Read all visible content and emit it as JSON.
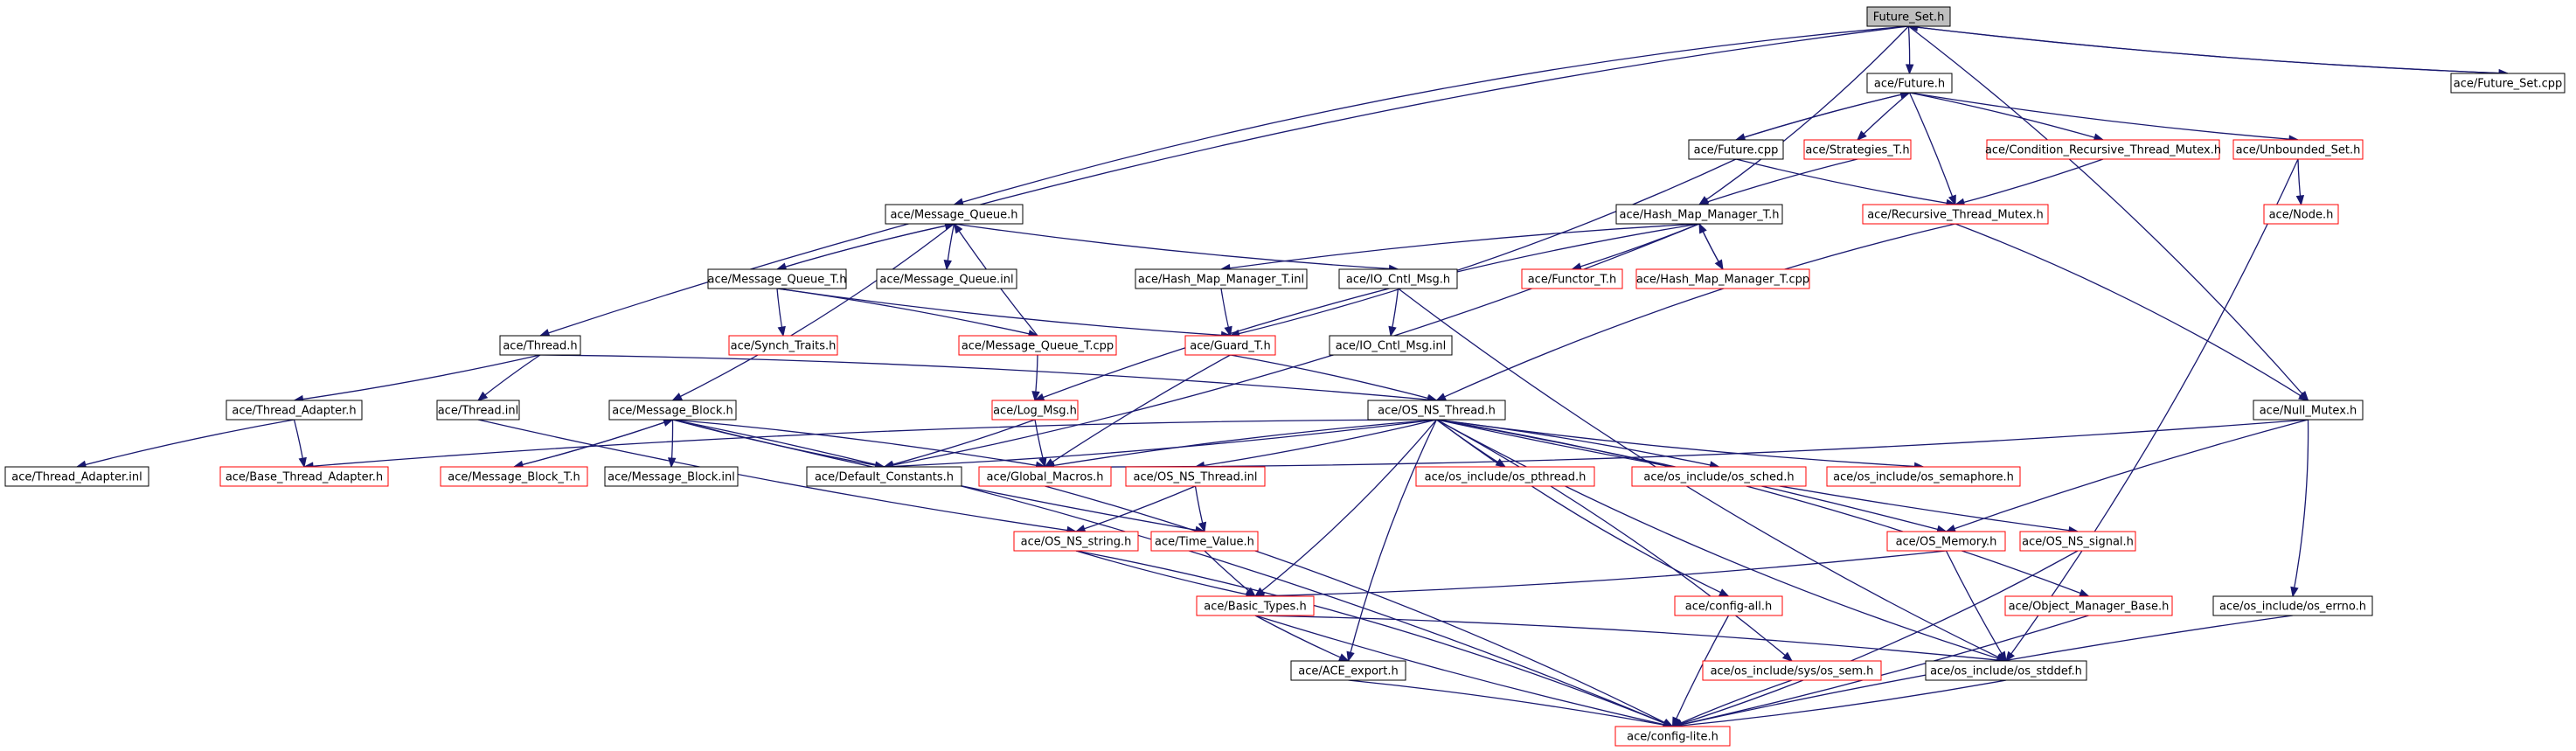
{
  "colors": {
    "edge": "#191970",
    "border_normal": "#000000",
    "border_missing": "#ff0000",
    "root_fill": "#bfbfbf",
    "fill": "#ffffff"
  },
  "nodes": [
    {
      "id": "future_set_h",
      "label": "Future_Set.h",
      "kind": "root"
    },
    {
      "id": "future_h",
      "label": "ace/Future.h",
      "kind": "normal"
    },
    {
      "id": "future_set_cpp",
      "label": "ace/Future_Set.cpp",
      "kind": "normal"
    },
    {
      "id": "future_cpp",
      "label": "ace/Future.cpp",
      "kind": "normal"
    },
    {
      "id": "strategies_t_h",
      "label": "ace/Strategies_T.h",
      "kind": "missing"
    },
    {
      "id": "cond_rec_thread_mutex_h",
      "label": "ace/Condition_Recursive_Thread_Mutex.h",
      "kind": "missing"
    },
    {
      "id": "unbounded_set_h",
      "label": "ace/Unbounded_Set.h",
      "kind": "missing"
    },
    {
      "id": "message_queue_h",
      "label": "ace/Message_Queue.h",
      "kind": "normal"
    },
    {
      "id": "hash_map_manager_t_h",
      "label": "ace/Hash_Map_Manager_T.h",
      "kind": "normal"
    },
    {
      "id": "recursive_thread_mutex_h",
      "label": "ace/Recursive_Thread_Mutex.h",
      "kind": "missing"
    },
    {
      "id": "node_h",
      "label": "ace/Node.h",
      "kind": "missing"
    },
    {
      "id": "message_queue_t_h",
      "label": "ace/Message_Queue_T.h",
      "kind": "normal"
    },
    {
      "id": "message_queue_inl",
      "label": "ace/Message_Queue.inl",
      "kind": "normal"
    },
    {
      "id": "hash_map_manager_t_inl",
      "label": "ace/Hash_Map_Manager_T.inl",
      "kind": "normal"
    },
    {
      "id": "io_cntl_msg_h",
      "label": "ace/IO_Cntl_Msg.h",
      "kind": "normal"
    },
    {
      "id": "functor_t_h",
      "label": "ace/Functor_T.h",
      "kind": "missing"
    },
    {
      "id": "hash_map_manager_t_cpp",
      "label": "ace/Hash_Map_Manager_T.cpp",
      "kind": "missing"
    },
    {
      "id": "thread_h",
      "label": "ace/Thread.h",
      "kind": "normal"
    },
    {
      "id": "synch_traits_h",
      "label": "ace/Synch_Traits.h",
      "kind": "missing"
    },
    {
      "id": "message_queue_t_cpp",
      "label": "ace/Message_Queue_T.cpp",
      "kind": "missing"
    },
    {
      "id": "guard_t_h",
      "label": "ace/Guard_T.h",
      "kind": "missing"
    },
    {
      "id": "io_cntl_msg_inl",
      "label": "ace/IO_Cntl_Msg.inl",
      "kind": "normal"
    },
    {
      "id": "thread_adapter_h",
      "label": "ace/Thread_Adapter.h",
      "kind": "normal"
    },
    {
      "id": "thread_inl",
      "label": "ace/Thread.inl",
      "kind": "normal"
    },
    {
      "id": "message_block_h",
      "label": "ace/Message_Block.h",
      "kind": "normal"
    },
    {
      "id": "log_msg_h",
      "label": "ace/Log_Msg.h",
      "kind": "missing"
    },
    {
      "id": "os_ns_thread_h",
      "label": "ace/OS_NS_Thread.h",
      "kind": "normal"
    },
    {
      "id": "null_mutex_h",
      "label": "ace/Null_Mutex.h",
      "kind": "normal"
    },
    {
      "id": "thread_adapter_inl",
      "label": "ace/Thread_Adapter.inl",
      "kind": "normal"
    },
    {
      "id": "base_thread_adapter_h",
      "label": "ace/Base_Thread_Adapter.h",
      "kind": "missing"
    },
    {
      "id": "message_block_t_h",
      "label": "ace/Message_Block_T.h",
      "kind": "missing"
    },
    {
      "id": "message_block_inl",
      "label": "ace/Message_Block.inl",
      "kind": "normal"
    },
    {
      "id": "default_constants_h",
      "label": "ace/Default_Constants.h",
      "kind": "normal"
    },
    {
      "id": "global_macros_h",
      "label": "ace/Global_Macros.h",
      "kind": "missing"
    },
    {
      "id": "os_ns_thread_inl",
      "label": "ace/OS_NS_Thread.inl",
      "kind": "missing"
    },
    {
      "id": "os_pthread_h",
      "label": "ace/os_include/os_pthread.h",
      "kind": "missing"
    },
    {
      "id": "os_sched_h",
      "label": "ace/os_include/os_sched.h",
      "kind": "missing"
    },
    {
      "id": "os_semaphore_h",
      "label": "ace/os_include/os_semaphore.h",
      "kind": "missing"
    },
    {
      "id": "os_ns_string_h",
      "label": "ace/OS_NS_string.h",
      "kind": "missing"
    },
    {
      "id": "time_value_h",
      "label": "ace/Time_Value.h",
      "kind": "missing"
    },
    {
      "id": "os_memory_h",
      "label": "ace/OS_Memory.h",
      "kind": "missing"
    },
    {
      "id": "os_ns_signal_h",
      "label": "ace/OS_NS_signal.h",
      "kind": "missing"
    },
    {
      "id": "basic_types_h",
      "label": "ace/Basic_Types.h",
      "kind": "missing"
    },
    {
      "id": "config_all_h",
      "label": "ace/config-all.h",
      "kind": "missing"
    },
    {
      "id": "object_manager_base_h",
      "label": "ace/Object_Manager_Base.h",
      "kind": "missing"
    },
    {
      "id": "os_errno_h",
      "label": "ace/os_include/os_errno.h",
      "kind": "normal"
    },
    {
      "id": "ace_export_h",
      "label": "ace/ACE_export.h",
      "kind": "normal"
    },
    {
      "id": "os_sys_sem_h",
      "label": "ace/os_include/sys/os_sem.h",
      "kind": "missing"
    },
    {
      "id": "os_stddef_h",
      "label": "ace/os_include/os_stddef.h",
      "kind": "normal"
    },
    {
      "id": "config_lite_h",
      "label": "ace/config-lite.h",
      "kind": "missing"
    }
  ],
  "edges": [
    [
      "future_set_h",
      "future_h"
    ],
    [
      "future_set_h",
      "future_set_cpp"
    ],
    [
      "future_set_cpp",
      "future_set_h"
    ],
    [
      "future_set_h",
      "message_queue_h"
    ],
    [
      "future_set_h",
      "hash_map_manager_t_h"
    ],
    [
      "future_set_h",
      "thread_h"
    ],
    [
      "future_set_h",
      "null_mutex_h"
    ],
    [
      "future_h",
      "future_cpp"
    ],
    [
      "future_cpp",
      "future_h"
    ],
    [
      "future_h",
      "strategies_t_h"
    ],
    [
      "future_h",
      "cond_rec_thread_mutex_h"
    ],
    [
      "future_h",
      "unbounded_set_h"
    ],
    [
      "future_h",
      "recursive_thread_mutex_h"
    ],
    [
      "future_cpp",
      "recursive_thread_mutex_h"
    ],
    [
      "future_cpp",
      "guard_t_h"
    ],
    [
      "strategies_t_h",
      "hash_map_manager_t_h"
    ],
    [
      "cond_rec_thread_mutex_h",
      "recursive_thread_mutex_h"
    ],
    [
      "unbounded_set_h",
      "node_h"
    ],
    [
      "unbounded_set_h",
      "os_stddef_h"
    ],
    [
      "recursive_thread_mutex_h",
      "os_ns_thread_h"
    ],
    [
      "recursive_thread_mutex_h",
      "null_mutex_h"
    ],
    [
      "message_queue_h",
      "message_queue_t_h"
    ],
    [
      "message_queue_t_h",
      "message_queue_h"
    ],
    [
      "message_queue_h",
      "message_queue_inl"
    ],
    [
      "message_queue_h",
      "message_block_h"
    ],
    [
      "message_queue_h",
      "io_cntl_msg_h"
    ],
    [
      "message_queue_t_cpp",
      "message_queue_h"
    ],
    [
      "message_queue_t_h",
      "synch_traits_h"
    ],
    [
      "message_queue_t_h",
      "message_queue_t_cpp"
    ],
    [
      "message_queue_t_h",
      "guard_t_h"
    ],
    [
      "message_queue_t_cpp",
      "log_msg_h"
    ],
    [
      "hash_map_manager_t_h",
      "hash_map_manager_t_inl"
    ],
    [
      "hash_map_manager_t_h",
      "functor_t_h"
    ],
    [
      "hash_map_manager_t_h",
      "hash_map_manager_t_cpp"
    ],
    [
      "hash_map_manager_t_cpp",
      "hash_map_manager_t_h"
    ],
    [
      "hash_map_manager_t_h",
      "log_msg_h"
    ],
    [
      "hash_map_manager_t_h",
      "default_constants_h"
    ],
    [
      "hash_map_manager_t_inl",
      "guard_t_h"
    ],
    [
      "io_cntl_msg_h",
      "io_cntl_msg_inl"
    ],
    [
      "io_cntl_msg_h",
      "os_stddef_h"
    ],
    [
      "guard_t_h",
      "os_ns_thread_h"
    ],
    [
      "guard_t_h",
      "global_macros_h"
    ],
    [
      "log_msg_h",
      "default_constants_h"
    ],
    [
      "log_msg_h",
      "global_macros_h"
    ],
    [
      "thread_h",
      "thread_adapter_h"
    ],
    [
      "thread_h",
      "thread_inl"
    ],
    [
      "thread_h",
      "os_ns_thread_h"
    ],
    [
      "thread_adapter_h",
      "thread_adapter_inl"
    ],
    [
      "thread_adapter_h",
      "base_thread_adapter_h"
    ],
    [
      "thread_inl",
      "os_ns_string_h"
    ],
    [
      "message_block_h",
      "message_block_t_h"
    ],
    [
      "message_block_t_h",
      "message_block_h"
    ],
    [
      "message_block_h",
      "message_block_inl"
    ],
    [
      "message_block_h",
      "default_constants_h"
    ],
    [
      "message_block_h",
      "global_macros_h"
    ],
    [
      "message_block_h",
      "time_value_h"
    ],
    [
      "message_block_h",
      "config_lite_h"
    ],
    [
      "os_ns_thread_h",
      "base_thread_adapter_h"
    ],
    [
      "os_ns_thread_h",
      "default_constants_h"
    ],
    [
      "os_ns_thread_h",
      "global_macros_h"
    ],
    [
      "os_ns_thread_h",
      "os_ns_thread_inl"
    ],
    [
      "os_ns_thread_h",
      "os_pthread_h"
    ],
    [
      "os_ns_thread_h",
      "os_sched_h"
    ],
    [
      "os_ns_thread_h",
      "os_semaphore_h"
    ],
    [
      "os_ns_thread_h",
      "os_memory_h"
    ],
    [
      "os_ns_thread_h",
      "os_ns_signal_h"
    ],
    [
      "os_ns_thread_h",
      "basic_types_h"
    ],
    [
      "os_ns_thread_h",
      "config_all_h"
    ],
    [
      "os_ns_thread_h",
      "object_manager_base_h"
    ],
    [
      "os_ns_thread_h",
      "ace_export_h"
    ],
    [
      "os_ns_thread_h",
      "os_sys_sem_h"
    ],
    [
      "os_ns_thread_h",
      "os_stddef_h"
    ],
    [
      "os_ns_thread_inl",
      "os_ns_string_h"
    ],
    [
      "os_ns_thread_inl",
      "time_value_h"
    ],
    [
      "null_mutex_h",
      "global_macros_h"
    ],
    [
      "null_mutex_h",
      "os_memory_h"
    ],
    [
      "null_mutex_h",
      "os_errno_h"
    ],
    [
      "os_ns_string_h",
      "basic_types_h"
    ],
    [
      "os_ns_string_h",
      "config_lite_h"
    ],
    [
      "time_value_h",
      "basic_types_h"
    ],
    [
      "os_memory_h",
      "basic_types_h"
    ],
    [
      "os_memory_h",
      "os_stddef_h"
    ],
    [
      "os_ns_signal_h",
      "config_lite_h"
    ],
    [
      "basic_types_h",
      "ace_export_h"
    ],
    [
      "basic_types_h",
      "os_stddef_h"
    ],
    [
      "basic_types_h",
      "config_lite_h"
    ],
    [
      "global_macros_h",
      "config_lite_h"
    ],
    [
      "config_all_h",
      "config_lite_h"
    ],
    [
      "object_manager_base_h",
      "config_lite_h"
    ],
    [
      "os_errno_h",
      "config_lite_h"
    ],
    [
      "ace_export_h",
      "config_lite_h"
    ],
    [
      "os_sys_sem_h",
      "config_lite_h"
    ],
    [
      "os_stddef_h",
      "config_lite_h"
    ]
  ]
}
